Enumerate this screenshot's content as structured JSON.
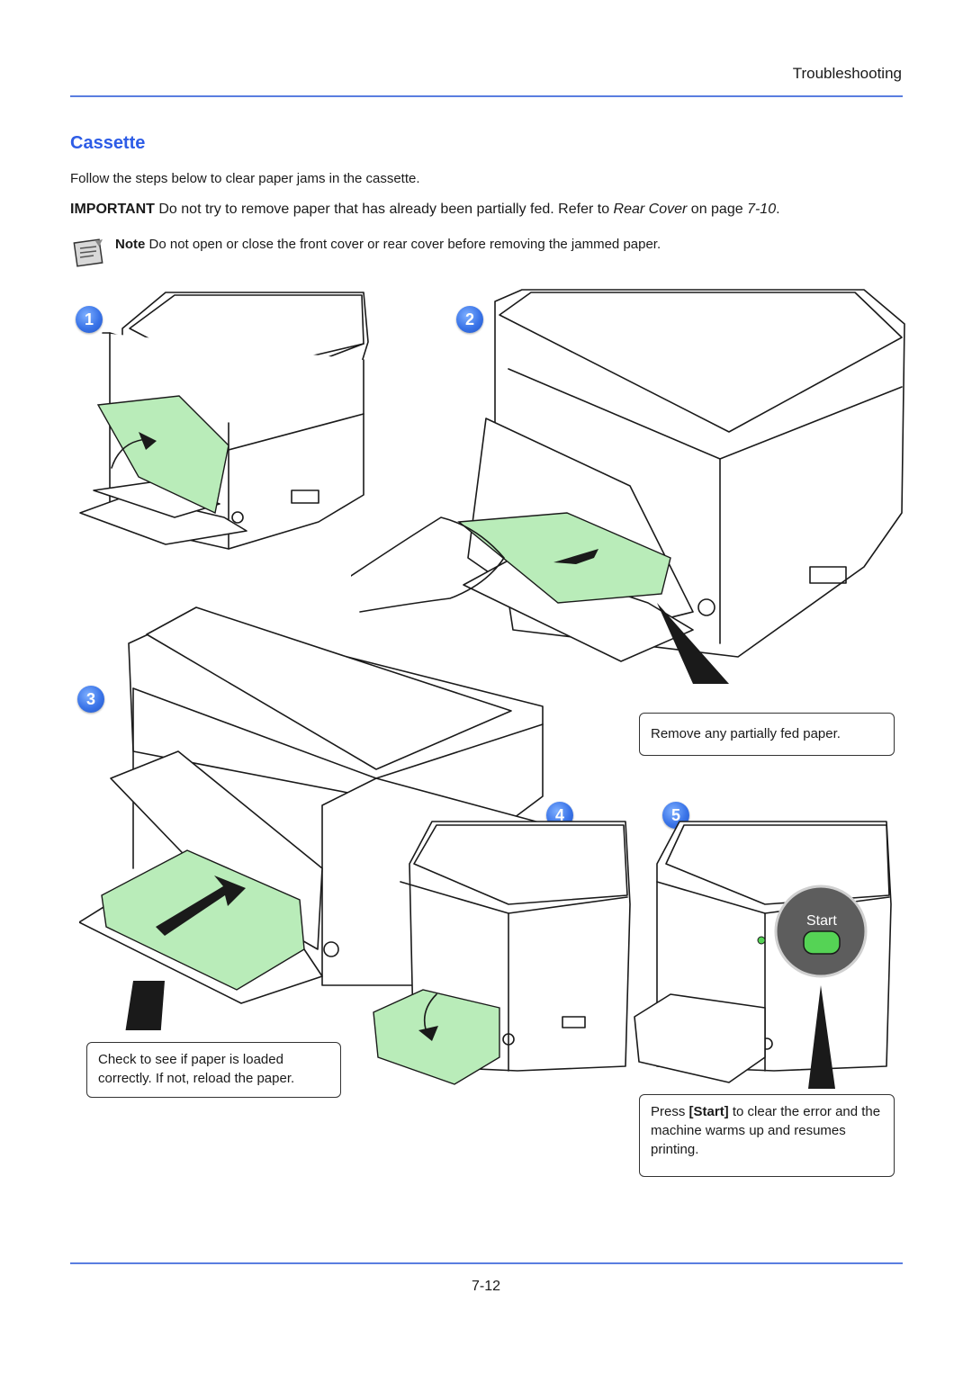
{
  "header": {
    "title": "Troubleshooting"
  },
  "section": {
    "title": "Cassette",
    "intro": "Follow the steps below to clear paper jams in the cassette.",
    "important_label": "IMPORTANT",
    "important_text": " Do not try to remove paper that has already been partially fed. Refer to ",
    "important_link_italic": "Rear Cover",
    "important_after": " on page ",
    "important_page": "7-10",
    "important_end": "."
  },
  "note": {
    "label": "Note",
    "text": " Do not open or close the front cover or rear cover before removing the jammed paper.",
    "icon": "note-pad-icon"
  },
  "steps": [
    {
      "number": "1"
    },
    {
      "number": "2"
    },
    {
      "number": "3"
    },
    {
      "number": "4"
    },
    {
      "number": "5"
    }
  ],
  "callouts": {
    "remove": "Remove any partially fed paper.",
    "check": "Check to see if paper is loaded correctly. If not, reload the paper.",
    "press_prefix": "Press ",
    "press_key": "[Start]",
    "press_suffix": " to clear the error and the machine warms up and resumes printing."
  },
  "start_button": {
    "label": "Start"
  },
  "colors": {
    "accent": "#2d5ce6",
    "rule": "#5a7ee0",
    "paper_green": "#b9ecb9"
  },
  "footer": {
    "page_number": "7-12"
  }
}
